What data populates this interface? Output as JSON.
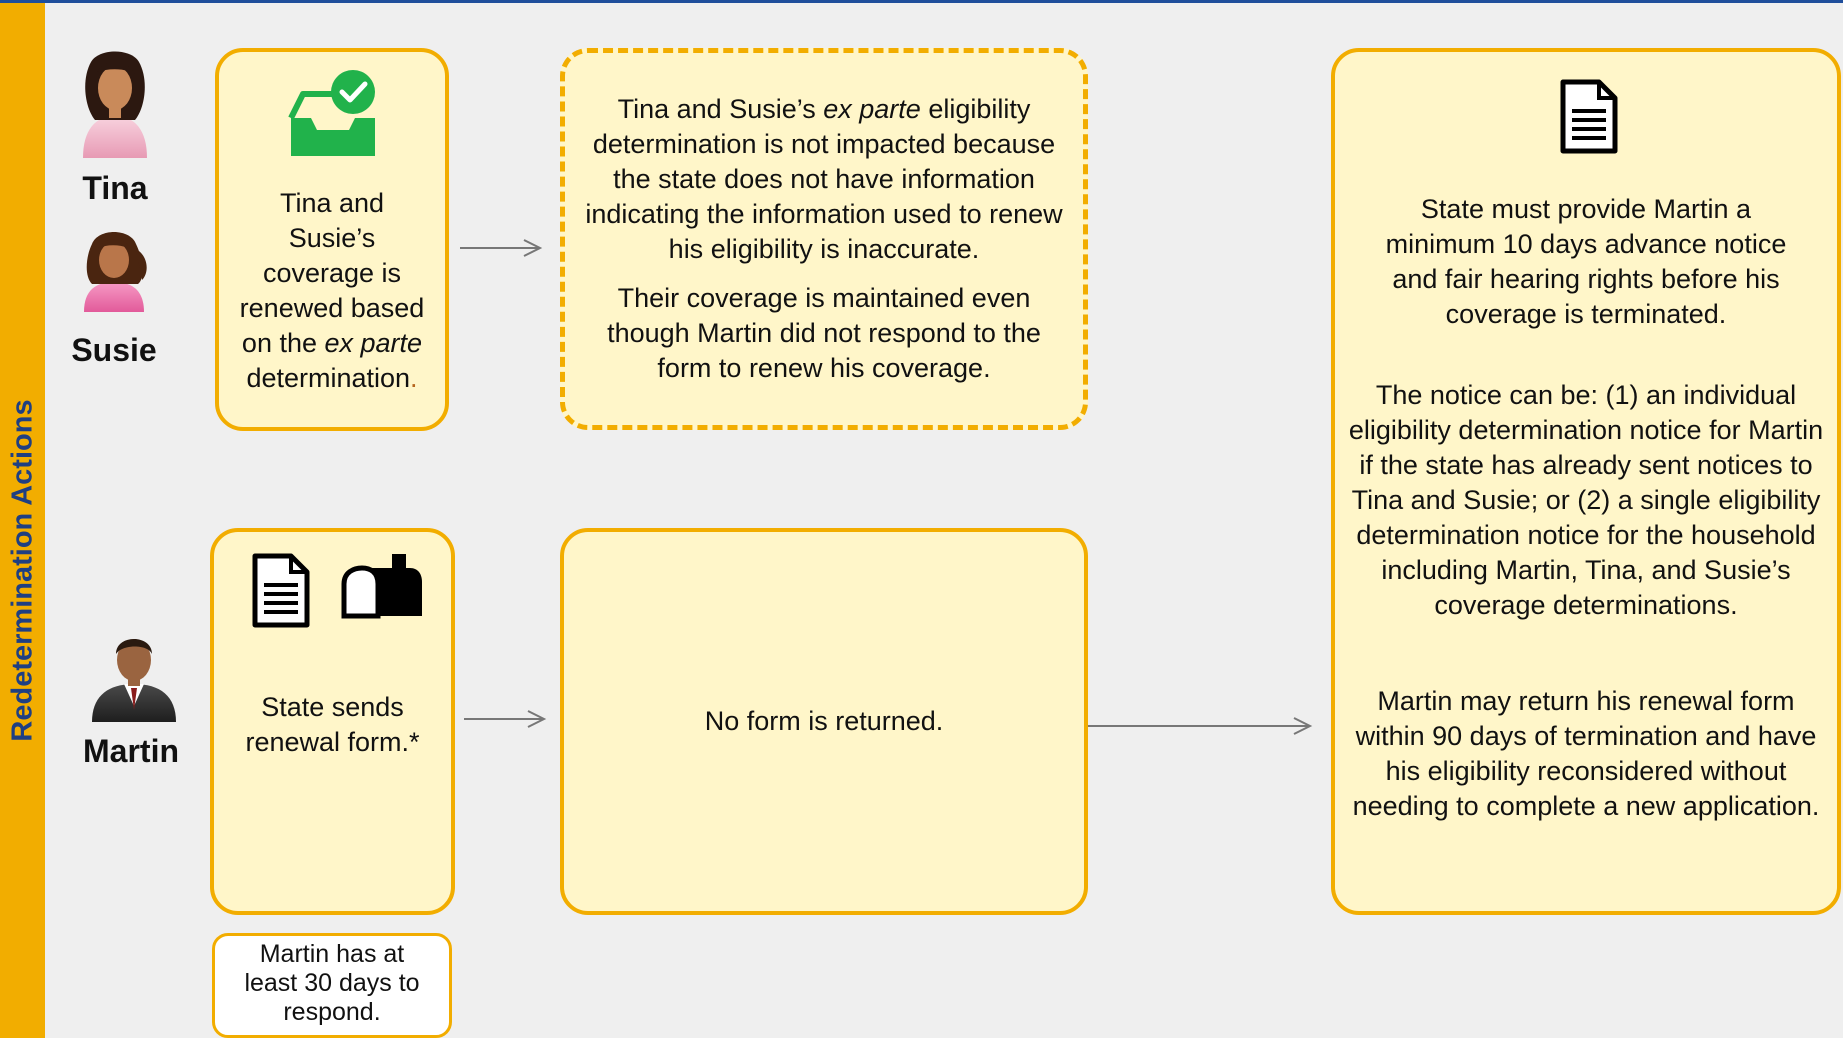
{
  "side_label": "Redetermination Actions",
  "people": {
    "tina": "Tina",
    "susie": "Susie",
    "martin": "Martin"
  },
  "boxes": {
    "tina_susie_renewed": {
      "line1": "Tina and",
      "line2": "Susie’s",
      "line3": "coverage is",
      "line4": "renewed based",
      "line5_pre": "on the ",
      "line5_em": "ex parte",
      "line6": "determination",
      "line6_dot": "."
    },
    "ex_parte_note": {
      "p1_pre": "Tina and Susie’s ",
      "p1_em": "ex parte",
      "p1_post": " eligibility determination is not impacted because the state does not have information indicating the information used to renew his eligibility is inaccurate.",
      "p2": "Their coverage is maintained even though Martin did not respond to the form to renew his coverage."
    },
    "state_sends": {
      "line1": "State sends",
      "line2": "renewal form.*"
    },
    "no_form": "No form is returned.",
    "termination": {
      "p1": "State must provide Martin a minimum 10 days advance notice and fair hearing rights before his coverage is terminated.",
      "p2": "The notice can be: (1) an individual eligibility determination notice for Martin if the state has already sent notices to Tina and Susie; or (2) a single eligibility determination notice for the household including Martin, Tina, and Susie’s coverage determinations.",
      "p3": "Martin may return his renewal form within 90 days of termination and have his eligibility reconsidered without needing to complete a new application."
    },
    "respond_note": {
      "line1": "Martin has at",
      "line2": "least 30 days to",
      "line3": "respond."
    }
  },
  "icons": {
    "renewal_icon": "inbox-check-icon",
    "document_icon": "document-icon",
    "mailbox_icon": "mailbox-icon",
    "notice_icon": "document-icon"
  },
  "colors": {
    "box_border": "#f2ad00",
    "box_fill": "#fff6c9",
    "side_bar": "#f2ad00",
    "side_label": "#1f3f82",
    "check_green": "#21b24b",
    "top_line": "#1f4e9b"
  }
}
